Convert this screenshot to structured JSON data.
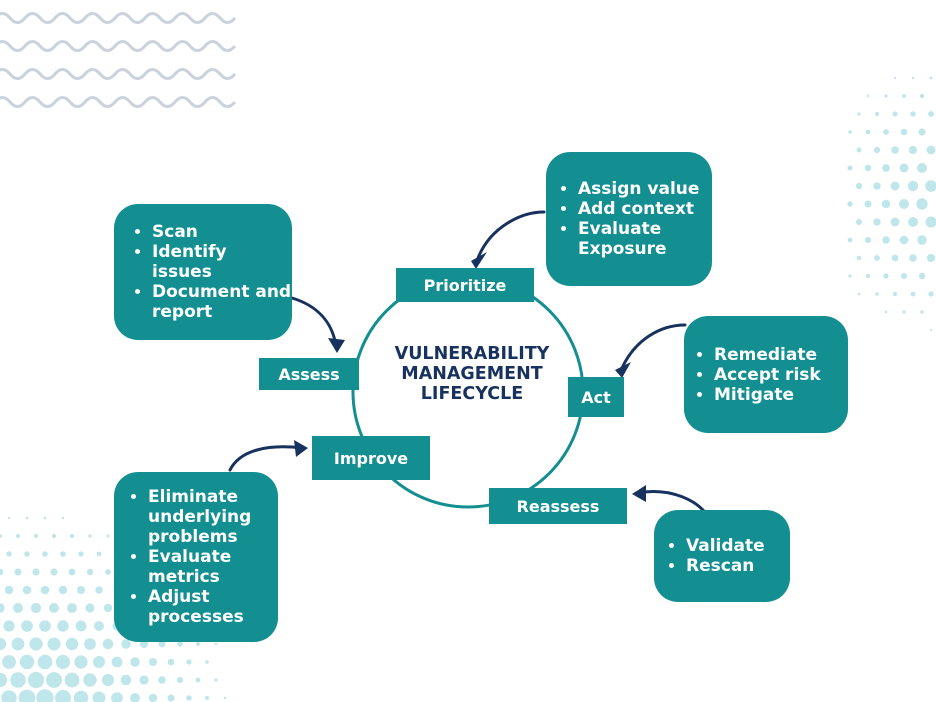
{
  "diagram": {
    "title_lines": [
      "VULNERABILITY",
      "MANAGEMENT",
      "LIFECYCLE"
    ],
    "stages": {
      "prioritize": "Prioritize",
      "act": "Act",
      "reassess": "Reassess",
      "improve": "Improve",
      "assess": "Assess"
    },
    "notes": {
      "prioritize": [
        "Assign value",
        "Add context",
        "Evaluate Exposure"
      ],
      "act": [
        "Remediate",
        "Accept risk",
        "Mitigate"
      ],
      "reassess": [
        "Validate",
        "Rescan"
      ],
      "improve": [
        "Eliminate underlying problems",
        "Evaluate metrics",
        "Adjust processes"
      ],
      "assess": [
        "Scan",
        "Identify issues",
        "Document and report"
      ]
    }
  },
  "colors": {
    "teal": "#138f92",
    "navy": "#17325e",
    "wave": "#c9d2dd",
    "dots": "#bfe6ea"
  }
}
